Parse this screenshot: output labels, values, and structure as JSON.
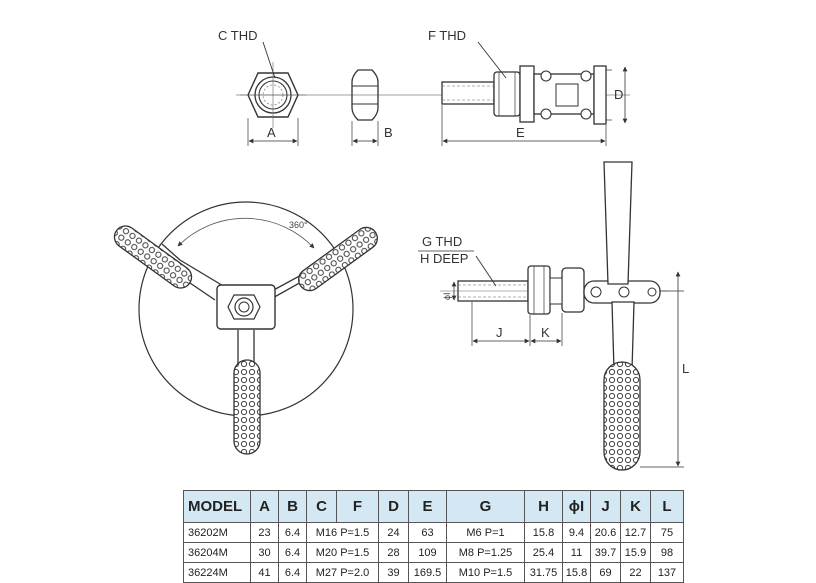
{
  "labels": {
    "c_thd": "C  THD",
    "f_thd": "F  THD",
    "g_thd": "G  THD",
    "h_deep": "H DEEP",
    "a": "A",
    "b": "B",
    "e": "E",
    "d": "D",
    "j": "J",
    "k": "K",
    "l": "L",
    "phi_i": "ϕI",
    "rotation": "360°"
  },
  "table": {
    "headers": [
      "MODEL",
      "A",
      "B",
      "C",
      "F",
      "D",
      "E",
      "G",
      "H",
      "ϕI",
      "J",
      "K",
      "L"
    ],
    "rows": [
      [
        "36202M",
        "23",
        "6.4",
        "M16 P=1.5",
        "24",
        "63",
        "M6 P=1",
        "15.8",
        "9.4",
        "20.6",
        "12.7",
        "75"
      ],
      [
        "36204M",
        "30",
        "6.4",
        "M20 P=1.5",
        "28",
        "109",
        "M8 P=1.25",
        "25.4",
        "11",
        "39.7",
        "15.9",
        "98"
      ],
      [
        "36224M",
        "41",
        "6.4",
        "M27 P=2.0",
        "39",
        "169.5",
        "M10 P=1.5",
        "31.75",
        "15.8",
        "69",
        "22",
        "137"
      ]
    ]
  }
}
